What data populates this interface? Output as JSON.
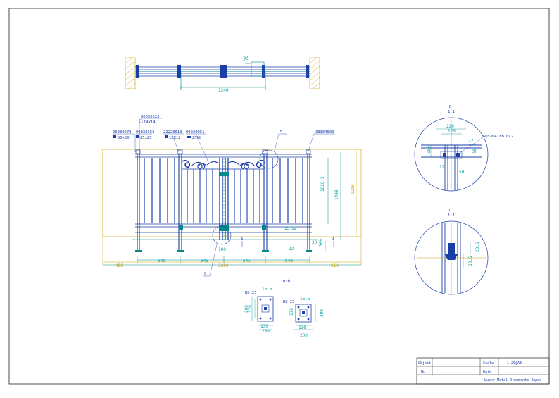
{
  "title_block": {
    "object_label": "Object",
    "object_value": "",
    "no_label": "No",
    "no_value": "",
    "scale_label": "Scale",
    "scale_value": "1:20@A3",
    "date_label": "Date",
    "date_value": "",
    "company": "Lucky Metal Ornaments Japan"
  },
  "plan_view": {
    "dim_width": "1240",
    "dim_small": "70"
  },
  "elevation": {
    "part_labels": [
      {
        "code": "00030023",
        "size": "14X14"
      },
      {
        "code": "00030278",
        "size": "50x50"
      },
      {
        "code": "00030352",
        "size": "25x25"
      },
      {
        "code": "22220013",
        "size": "12X12"
      },
      {
        "code": "00030051",
        "size": "25X8"
      },
      {
        "code": "33304000",
        "size": ""
      }
    ],
    "callout_b": "B",
    "callout_c": "C",
    "section_mark": "A",
    "dim_seg_1": "640",
    "dim_seg_2": "645",
    "dim_seg_3": "645",
    "dim_seg_4": "640",
    "dim_total": "2600",
    "dim_left_margin": "480",
    "dim_right_margin": "610",
    "dim_height_1": "1020.5",
    "dim_height_2": "1400",
    "dim_height_3": "1220",
    "dim_300": "300",
    "dim_100": "100",
    "dim_22": "22",
    "dim_30": "30",
    "dim_15": "15",
    "dim_12": "12"
  },
  "section_aa": {
    "title": "A-A",
    "left_r": "R8.25",
    "left_top": "16.5",
    "left_h1": "200",
    "left_h2": "170",
    "left_w1": "130",
    "left_w2": "200",
    "right_r": "R8.25",
    "right_top": "16.5",
    "right_h1": "170",
    "right_h2": "200",
    "right_w1": "130",
    "right_w2": "200"
  },
  "detail_b": {
    "letter": "B",
    "scale": "1:1",
    "note": "SUS304 FB16X2",
    "dim_220": "220",
    "dim_120": "120",
    "dim_150": "150",
    "dim_22": "22",
    "dim_10": "10",
    "dim_50": "50",
    "dim_12": "12"
  },
  "detail_c": {
    "letter": "C",
    "scale": "1:1",
    "dim_1": "20.5",
    "dim_2": "30.5"
  }
}
